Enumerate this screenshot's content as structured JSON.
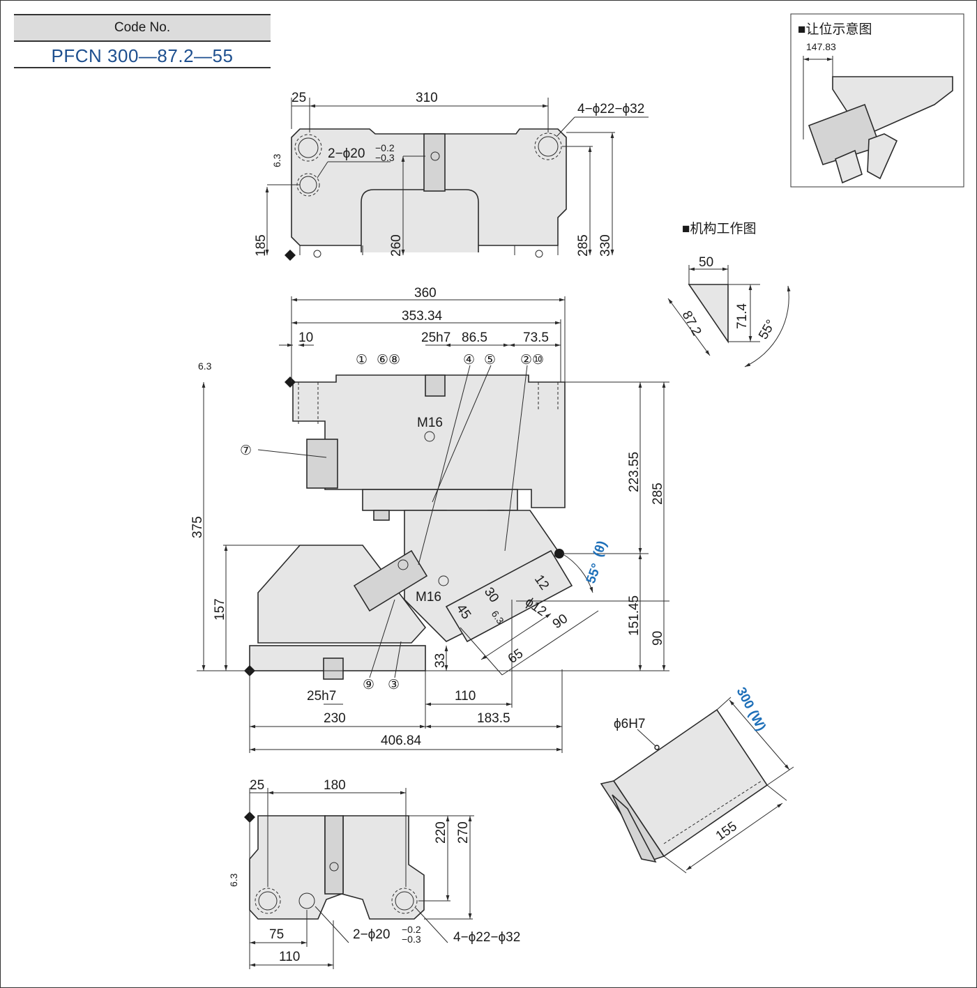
{
  "code_box": {
    "header": "Code No.",
    "value": "PFCN 300—87.2—55"
  },
  "top_view": {
    "dims": [
      "25",
      "310",
      "4−ϕ22−ϕ32",
      "2−ϕ20",
      "−0.2",
      "−0.3",
      "6.3",
      "185",
      "260",
      "285",
      "330"
    ]
  },
  "front_view": {
    "dims": [
      "360",
      "353.34",
      "10",
      "25h7",
      "86.5",
      "73.5",
      "6.3",
      "M16",
      "M16",
      "223.55",
      "285",
      "375",
      "157",
      "151.45",
      "90",
      "33",
      "25h7",
      "110",
      "230",
      "183.5",
      "406.84",
      "30",
      "45",
      "6.3",
      "12",
      "ϕ12",
      "90",
      "65"
    ],
    "callouts": [
      "①",
      "⑥⑧",
      "④",
      "⑤",
      "②⑩",
      "⑦",
      "⑨",
      "③"
    ],
    "angle_label": "55°",
    "angle_symbol": "(θ)"
  },
  "bottom_view": {
    "dims": [
      "25",
      "180",
      "220",
      "270",
      "6.3",
      "75",
      "110",
      "2−ϕ20",
      "−0.2",
      "−0.3",
      "4−ϕ22−ϕ32"
    ]
  },
  "clearance_diagram": {
    "title": "■让位示意图",
    "dim": "147.83"
  },
  "mechanism_diagram": {
    "title": "■机构工作图",
    "dims": [
      "50",
      "87.2",
      "71.4",
      "55°"
    ]
  },
  "iso_view": {
    "hole": "ϕ6H7",
    "width_label": "300 (W)",
    "depth": "155"
  }
}
